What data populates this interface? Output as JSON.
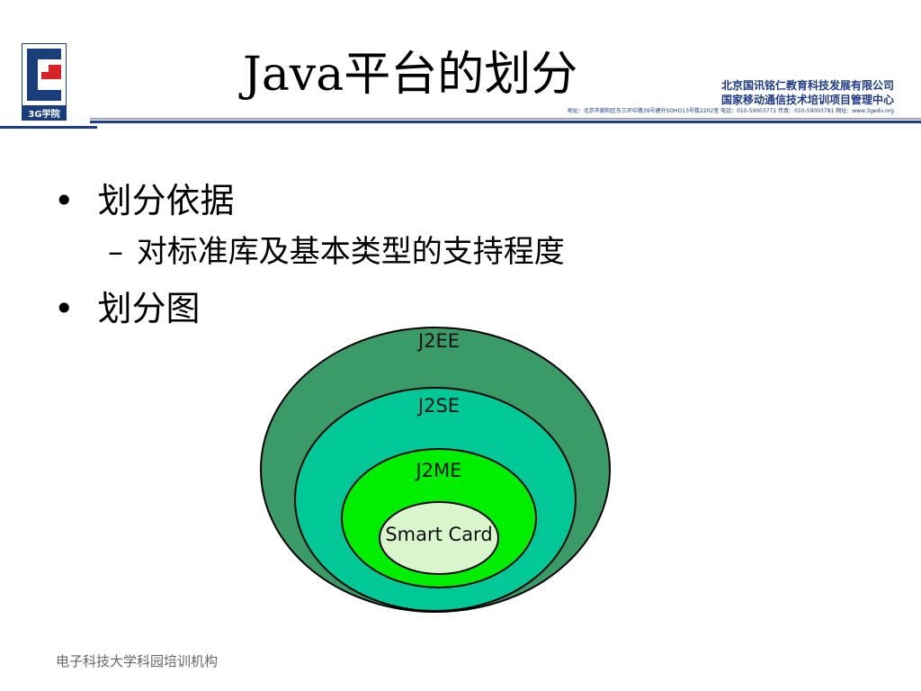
{
  "logo": {
    "text": "3G学院",
    "colors": {
      "blue": "#1a3d7c",
      "red": "#d8222a"
    }
  },
  "title": "Java平台的划分",
  "org": {
    "line1": "北京国讯铭仁教育科技发展有限公司",
    "line2": "国家移动通信技术培训项目管理中心",
    "line3": "地址：北京市朝阳区东三环中路39号建外SOHO13号楼2202室 电话：010-59003771 传真：010-59003781 网址：www.3gedu.org"
  },
  "bullets": [
    {
      "marker": "•",
      "text": "划分依据"
    },
    {
      "marker": "–",
      "text": "对标准库及基本类型的支持程度"
    },
    {
      "marker": "•",
      "text": "划分图"
    }
  ],
  "diagram": {
    "levels": [
      {
        "label": "J2EE",
        "color": "#3a9b68"
      },
      {
        "label": "J2SE",
        "color": "#00c896"
      },
      {
        "label": "J2ME",
        "color": "#00ee00"
      },
      {
        "label": "Smart Card",
        "color": "#d8f5cc"
      }
    ]
  },
  "footer": "电子科技大学科园培训机构",
  "colors": {
    "header_line": "#1e3a8a"
  }
}
